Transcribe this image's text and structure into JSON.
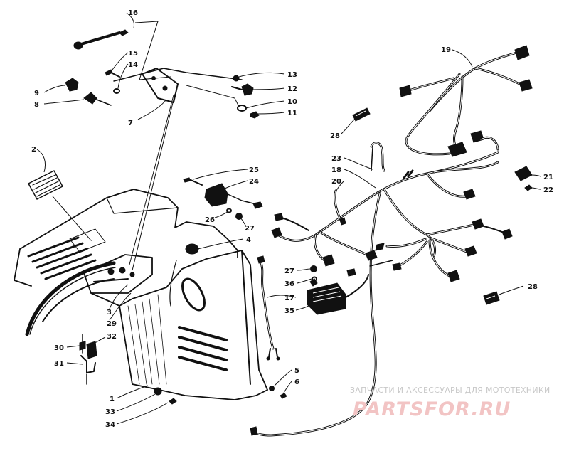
{
  "callouts": [
    {
      "id": "c16",
      "label": "16"
    },
    {
      "id": "c15",
      "label": "15"
    },
    {
      "id": "c14",
      "label": "14"
    },
    {
      "id": "c13",
      "label": "13"
    },
    {
      "id": "c12",
      "label": "12"
    },
    {
      "id": "c10",
      "label": "10"
    },
    {
      "id": "c11",
      "label": "11"
    },
    {
      "id": "c9",
      "label": "9"
    },
    {
      "id": "c8",
      "label": "8"
    },
    {
      "id": "c7",
      "label": "7"
    },
    {
      "id": "c2",
      "label": "2"
    },
    {
      "id": "c25",
      "label": "25"
    },
    {
      "id": "c24",
      "label": "24"
    },
    {
      "id": "c26",
      "label": "26"
    },
    {
      "id": "c27a",
      "label": "27"
    },
    {
      "id": "c4",
      "label": "4"
    },
    {
      "id": "c3",
      "label": "3"
    },
    {
      "id": "c29",
      "label": "29"
    },
    {
      "id": "c30",
      "label": "30"
    },
    {
      "id": "c32",
      "label": "32"
    },
    {
      "id": "c31",
      "label": "31"
    },
    {
      "id": "c1",
      "label": "1"
    },
    {
      "id": "c33",
      "label": "33"
    },
    {
      "id": "c34",
      "label": "34"
    },
    {
      "id": "c19",
      "label": "19"
    },
    {
      "id": "c28a",
      "label": "28"
    },
    {
      "id": "c23",
      "label": "23"
    },
    {
      "id": "c18",
      "label": "18"
    },
    {
      "id": "c20",
      "label": "20"
    },
    {
      "id": "c21",
      "label": "21"
    },
    {
      "id": "c22",
      "label": "22"
    },
    {
      "id": "c27b",
      "label": "27"
    },
    {
      "id": "c36",
      "label": "36"
    },
    {
      "id": "c17",
      "label": "17"
    },
    {
      "id": "c35",
      "label": "35"
    },
    {
      "id": "c28b",
      "label": "28"
    },
    {
      "id": "c5",
      "label": "5"
    },
    {
      "id": "c6",
      "label": "6"
    }
  ],
  "watermark": {
    "caption": "ЗАПЧАСТИ И АКСЕССУАРЫ ДЛЯ МОТОТЕХНИКИ",
    "brand": "PARTSFOR.RU"
  }
}
